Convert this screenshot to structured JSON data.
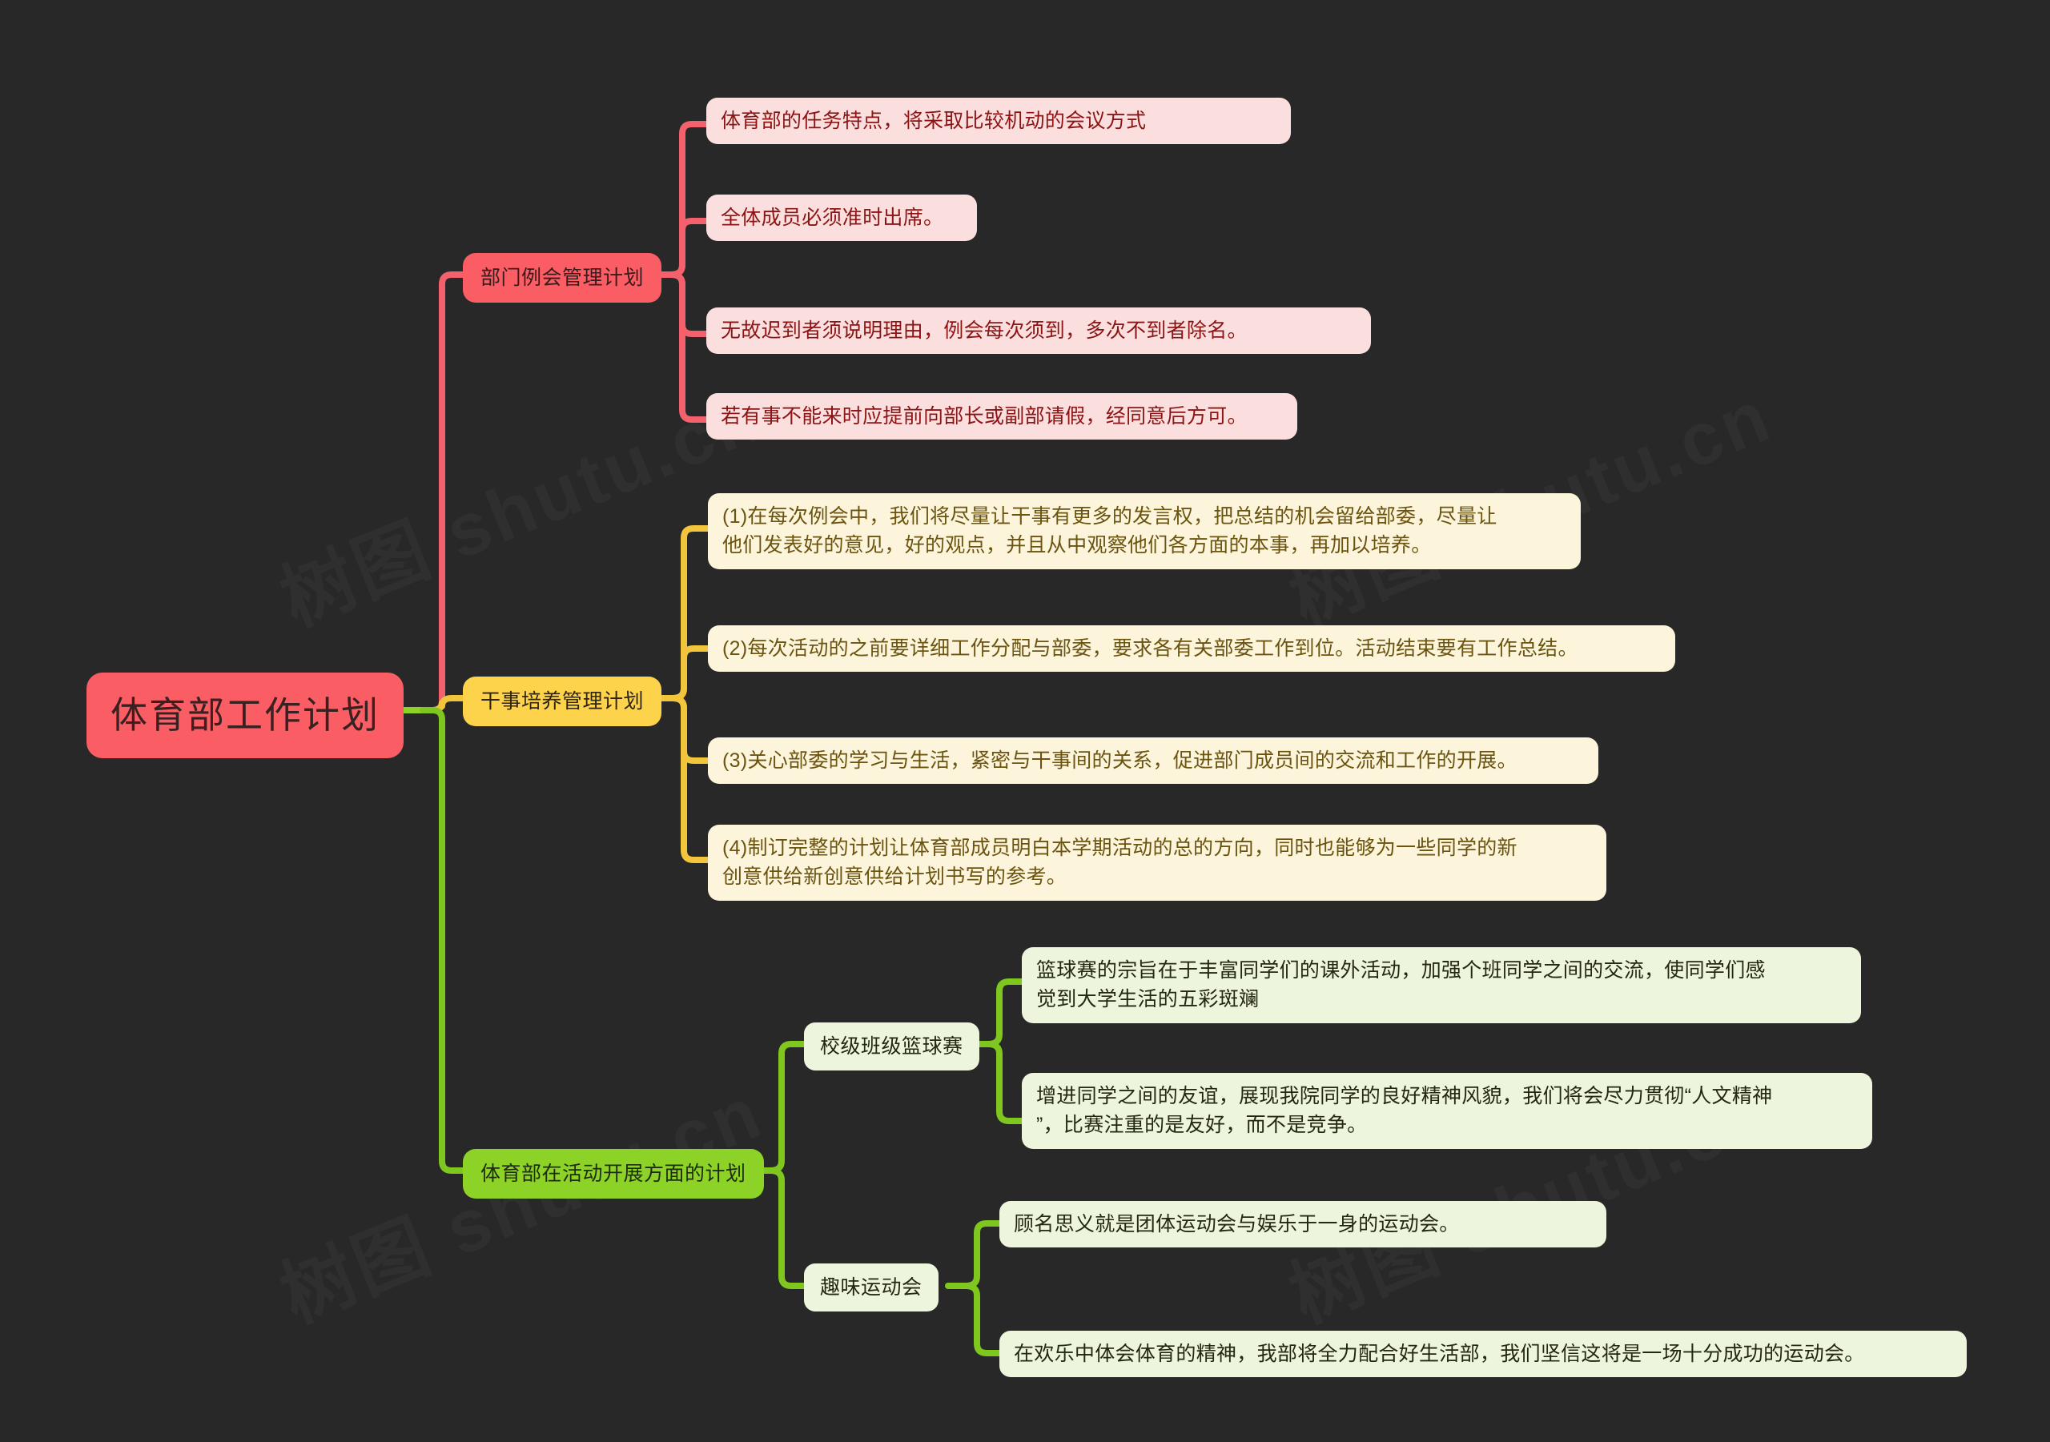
{
  "meta": {
    "background_color": "#282828",
    "watermark_text": "树图 shutu.cn"
  },
  "palette": {
    "root_fill": "#FA5D64",
    "root_text": "#3a2020",
    "red_branch_fill": "#FA5D64",
    "red_leaf_fill": "#FBDEDE",
    "red_leaf_text": "#8C1414",
    "red_wire": "#F4606C",
    "yellow_branch_fill": "#FCD34A",
    "yellow_leaf_fill": "#FCF5DB",
    "yellow_leaf_text": "#6B5410",
    "yellow_wire": "#F2C53D",
    "green_branch_fill": "#8CD227",
    "green_leaf_fill": "#EDF5DC",
    "green_leaf_text": "#23290F",
    "green_wire": "#7FC71F"
  },
  "mindmap": {
    "root": {
      "label": "体育部工作计划"
    },
    "branches": [
      {
        "id": "branch-meeting",
        "label": "部门例会管理计划",
        "color": "red",
        "leaves": [
          {
            "id": "leaf-meeting-1",
            "text": "体育部的任务特点，将采取比较机动的会议方式"
          },
          {
            "id": "leaf-meeting-2",
            "text": "全体成员必须准时出席。"
          },
          {
            "id": "leaf-meeting-3",
            "text": "无故迟到者须说明理由，例会每次须到，多次不到者除名。"
          },
          {
            "id": "leaf-meeting-4",
            "text": "若有事不能来时应提前向部长或副部请假，经同意后方可。"
          }
        ]
      },
      {
        "id": "branch-training",
        "label": "干事培养管理计划",
        "color": "yellow",
        "leaves": [
          {
            "id": "leaf-training-1",
            "text": "(1)在每次例会中，我们将尽量让干事有更多的发言权，把总结的机会留给部委，尽量让\n他们发表好的意见，好的观点，并且从中观察他们各方面的本事，再加以培养。"
          },
          {
            "id": "leaf-training-2",
            "text": "(2)每次活动的之前要详细工作分配与部委，要求各有关部委工作到位。活动结束要有工作总结。"
          },
          {
            "id": "leaf-training-3",
            "text": "(3)关心部委的学习与生活，紧密与干事间的关系，促进部门成员间的交流和工作的开展。"
          },
          {
            "id": "leaf-training-4",
            "text": "(4)制订完整的计划让体育部成员明白本学期活动的总的方向，同时也能够为一些同学的新\n创意供给新创意供给计划书写的参考。"
          }
        ]
      },
      {
        "id": "branch-activity",
        "label": "体育部在活动开展方面的计划",
        "color": "green",
        "subbranches": [
          {
            "id": "sub-basketball",
            "label": "校级班级篮球赛",
            "leaves": [
              {
                "id": "leaf-basketball-1",
                "text": "篮球赛的宗旨在于丰富同学们的课外活动，加强个班同学之间的交流，使同学们感\n觉到大学生活的五彩斑斓"
              },
              {
                "id": "leaf-basketball-2",
                "text": "增进同学之间的友谊，展现我院同学的良好精神风貌，我们将会尽力贯彻“人文精神\n”，比赛注重的是友好，而不是竞争。"
              }
            ]
          },
          {
            "id": "sub-funsports",
            "label": "趣味运动会",
            "leaves": [
              {
                "id": "leaf-funsports-1",
                "text": "顾名思义就是团体运动会与娱乐于一身的运动会。"
              },
              {
                "id": "leaf-funsports-2",
                "text": "在欢乐中体会体育的精神，我部将全力配合好生活部，我们坚信这将是一场十分成功的运动会。"
              }
            ]
          }
        ]
      }
    ]
  }
}
